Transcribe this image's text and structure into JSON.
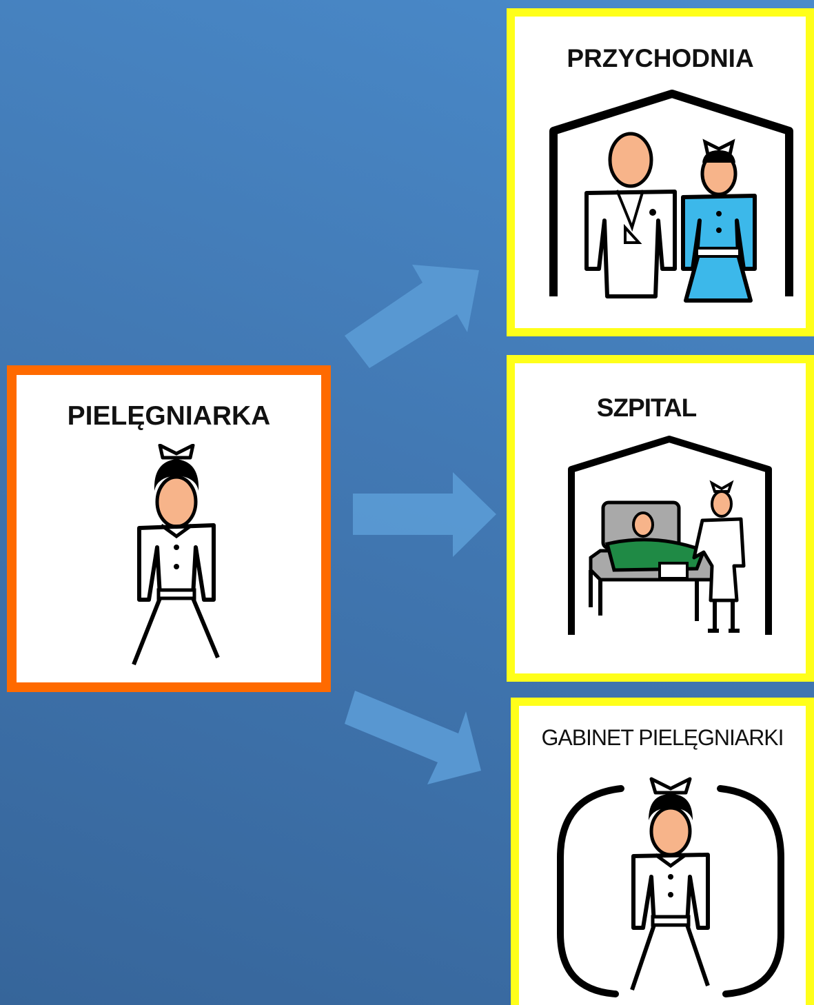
{
  "colors": {
    "source_border": "#ff6a00",
    "target_border": "#ffff1a",
    "arrow_fill": "#5b9bd5",
    "skin": "#f7b48a",
    "dress_blue": "#3cb8ea",
    "blanket_green": "#1f8a45",
    "bed_gray": "#a9a9a9"
  },
  "source": {
    "label": "PIELĘGNIARKA",
    "icon": "nurse-icon"
  },
  "targets": [
    {
      "label": "PRZYCHODNIA",
      "icon": "clinic-doctor-nurse-icon"
    },
    {
      "label": "SZPITAL",
      "icon": "hospital-bed-icon"
    },
    {
      "label": "GABINET PIELĘGNIARKI",
      "icon": "nurse-office-icon"
    }
  ],
  "arrows": [
    {
      "icon": "arrow-up-right-icon"
    },
    {
      "icon": "arrow-right-icon"
    },
    {
      "icon": "arrow-down-right-icon"
    }
  ]
}
